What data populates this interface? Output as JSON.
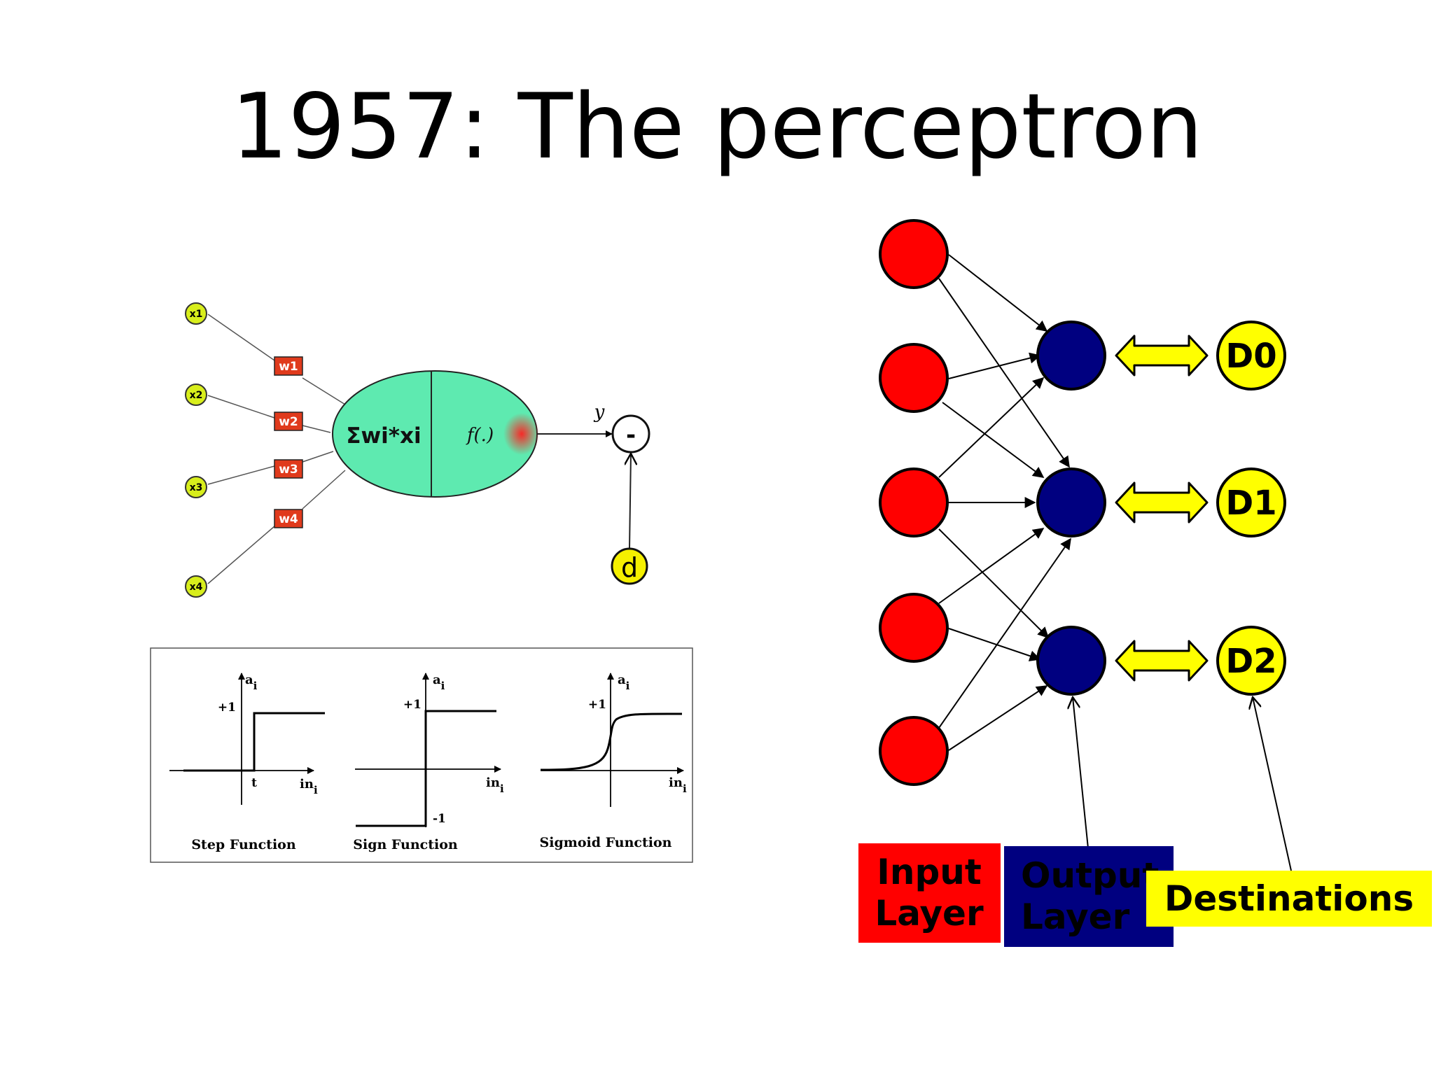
{
  "slide": {
    "title": "1957: The perceptron"
  },
  "perceptron": {
    "inputs": [
      "x1",
      "x2",
      "x3",
      "x4"
    ],
    "weights": [
      "w1",
      "w2",
      "w3",
      "w4"
    ],
    "sum_label": "Σwi*xi",
    "activation_label": "f(.)",
    "output_label": "y",
    "comparator_label": "-",
    "target_label": "d"
  },
  "activation_functions": [
    {
      "name": "Step Function",
      "y_axis": "a",
      "y_sub": "i",
      "x_axis": "in",
      "x_sub": "i",
      "plus_one": "+1",
      "threshold": "t"
    },
    {
      "name": "Sign Function",
      "y_axis": "a",
      "y_sub": "i",
      "x_axis": "in",
      "x_sub": "i",
      "plus_one": "+1",
      "minus_one": "-1"
    },
    {
      "name": "Sigmoid Function",
      "y_axis": "a",
      "y_sub": "i",
      "x_axis": "in",
      "x_sub": "i",
      "plus_one": "+1"
    }
  ],
  "network": {
    "destinations": [
      "D0",
      "D1",
      "D2"
    ],
    "legend": {
      "input_line1": "Input",
      "input_line2": "Layer",
      "output_line1": "Output",
      "output_line2": "Layer",
      "destinations": "Destinations"
    },
    "colors": {
      "input": "#ff0000",
      "output": "#000080",
      "destination": "#ffff00"
    }
  }
}
